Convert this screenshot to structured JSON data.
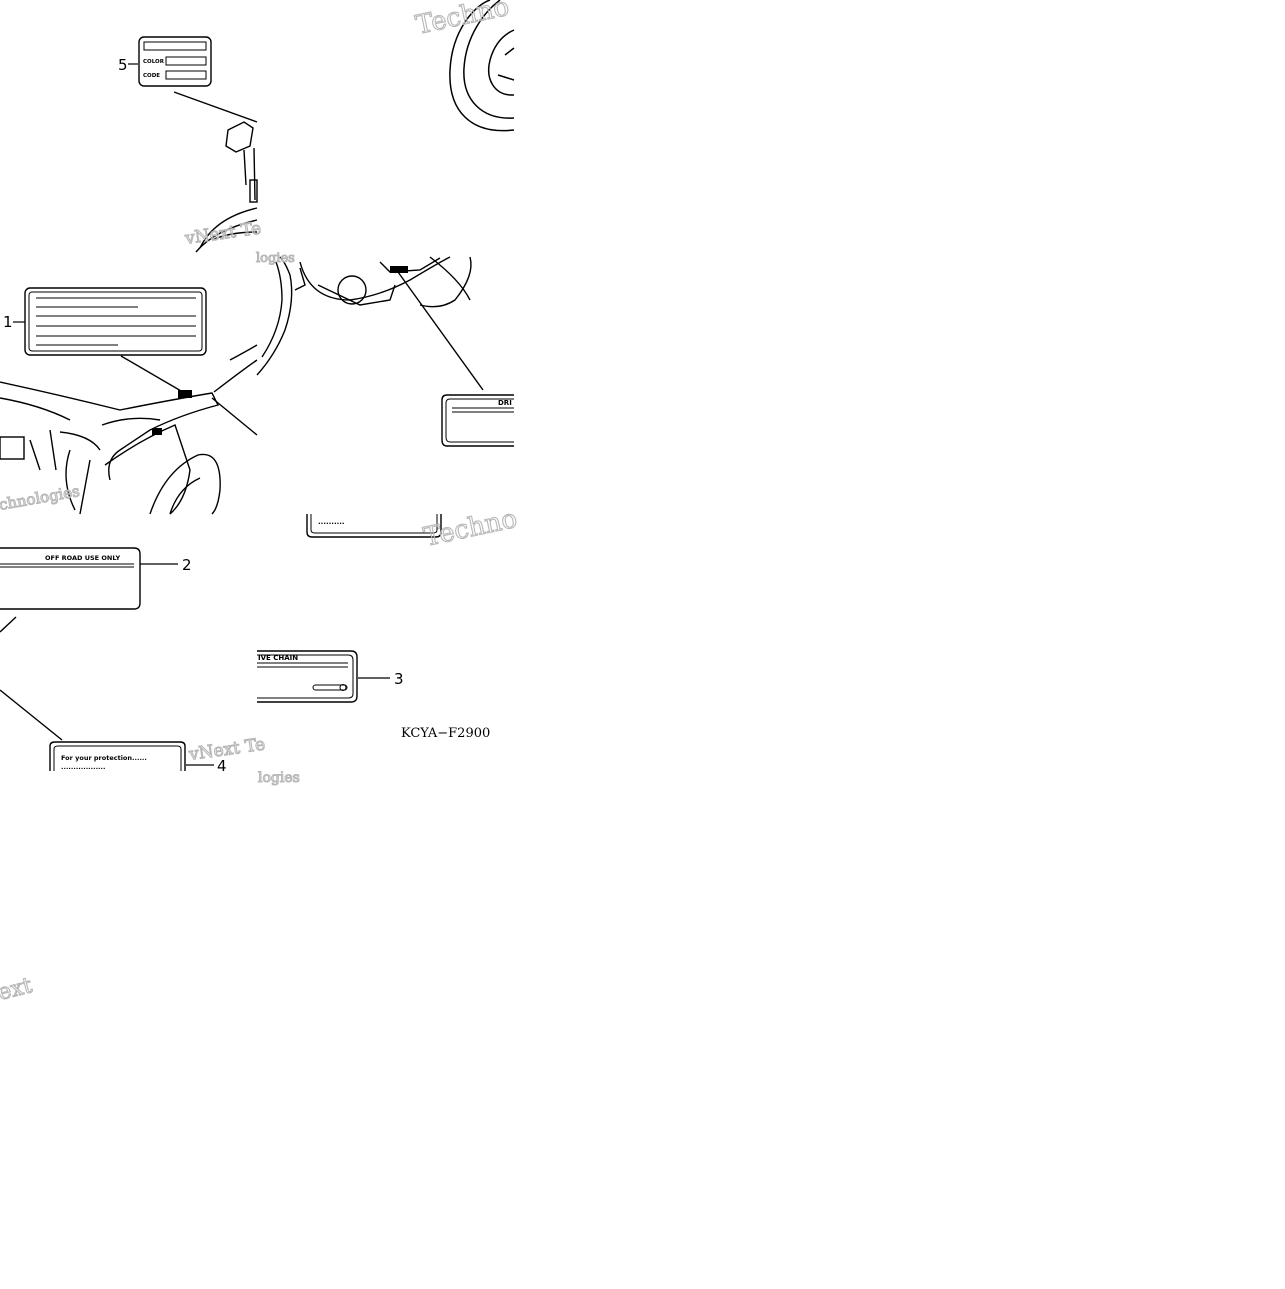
{
  "diagram": {
    "code": "KCYA−F2900",
    "callouts": [
      {
        "number": "1"
      },
      {
        "number": "2"
      },
      {
        "number": "3"
      },
      {
        "number": "4"
      },
      {
        "number": "5"
      }
    ],
    "labels": {
      "color_plate_color": "COLOR",
      "color_plate_code": "CODE",
      "off_road": "OFF ROAD USE ONLY",
      "drive_chain_top": "DRI",
      "drive_chain_bottom": "IVE CHAIN",
      "protection": "For your protection......",
      "protection_dots": "..................",
      "fragment_dots": ".........."
    },
    "watermarks": {
      "w1": "Techno",
      "w2": "vNext Te",
      "w3": "logies",
      "w4": "Techno",
      "w5": "vNext Te",
      "w6": "logies",
      "w7": "ext",
      "w8": "chnologies"
    }
  }
}
